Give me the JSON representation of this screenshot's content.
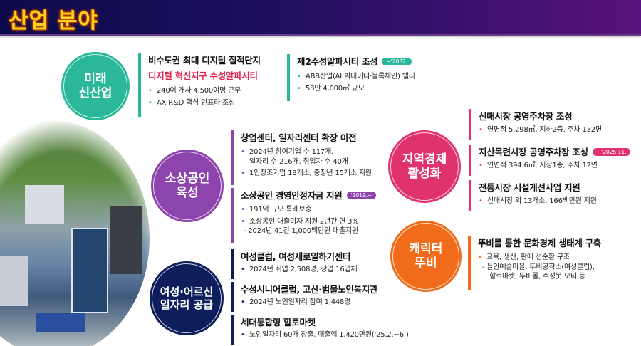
{
  "header": {
    "title": "산업 분야"
  },
  "colors": {
    "teal": "#2bb89a",
    "purple": "#8e44ad",
    "navy": "#0e1d5c",
    "pink": "#e0336d",
    "orange": "#f06c1a",
    "title_yellow": "#ffd21a"
  },
  "categories": {
    "future": {
      "line1": "미래",
      "line2": "신산업"
    },
    "small_business": {
      "line1": "소상공인",
      "line2": "육성"
    },
    "women_senior": {
      "line1": "여성·어르신",
      "line2": "일자리 공급"
    },
    "local_economy": {
      "line1": "지역경제",
      "line2": "활성화"
    },
    "character": {
      "line1": "캐릭터",
      "line2": "뚜비"
    }
  },
  "future_blocks": [
    {
      "title": "비수도권 최대 디지털 집적단지",
      "subtitle": "디지털 혁신지구 수성알파시티",
      "bullets": [
        "240여 개사 4,500여명 근무",
        "AX R&D 핵심 인프라 조성"
      ]
    },
    {
      "title": "제2수성알파시티 조성",
      "badge": "~'2032.",
      "bullets": [
        "ABB산업(AI·빅데이터·블록체인) 밸리",
        "58만 4,000㎡ 규모"
      ]
    }
  ],
  "small_business_blocks": [
    {
      "title": "창업센터, 일자리센터 확장 이전",
      "bullets": [
        {
          "line1": "2024년 참여기업 수 117개,",
          "line2": "일자리 수 216개, 취업자 수 40개"
        },
        {
          "line1": "1인창조기업 18개소, 중장년 15개소 지원"
        }
      ]
    },
    {
      "title": "소상공인 경영안정자금 지원",
      "badge": "'2019.~",
      "bullets": [
        {
          "line1": "191억 규모 특례보증"
        },
        {
          "line1": "소상공인 대출이자 지원 2년간 연 3%",
          "line2": "- 2024년 41건 1,000백만원 대출지원"
        }
      ]
    }
  ],
  "women_senior_blocks": [
    {
      "title": "여성클럽, 여성새로일하기센터",
      "bullets": [
        "2024년 취업 2,508명, 창업 16업체"
      ]
    },
    {
      "title": "수성시니어클럽, 고산·범물노인복지관",
      "bullets": [
        "2024년 노인일자리 참여 1,448명"
      ]
    },
    {
      "title": "세대통합형 할로마켓",
      "bullets": [
        "노인일자리 60개 창출, 매출액 1,420만원('25.2.~6.)"
      ]
    }
  ],
  "local_economy_blocks": [
    {
      "title": "신매시장 공영주차장 조성",
      "bullets": [
        "연면적 5,298㎡, 지하2층, 주차 132면"
      ]
    },
    {
      "title": "지산목련시장 공영주차장 조성",
      "badge": "~'2025.11.",
      "bullets": [
        "연면적 394.6㎡, 지상1층, 주차 12면"
      ]
    },
    {
      "title": "전통시장 시설개선사업 지원",
      "bullets": [
        "신매시장 외 13개소, 166백만원 지원"
      ]
    }
  ],
  "character_blocks": [
    {
      "title": "뚜비를 통한 문화경제 생태계 구축",
      "bullet": "교육, 생산, 판매 선순환 구조",
      "sub1": "- 들안예술마을, 뚜비공작소(여성클럽),",
      "sub2": "할로마켓, 뚜비몰, 수성못 모티 등"
    }
  ],
  "bullet_glyph": "•"
}
